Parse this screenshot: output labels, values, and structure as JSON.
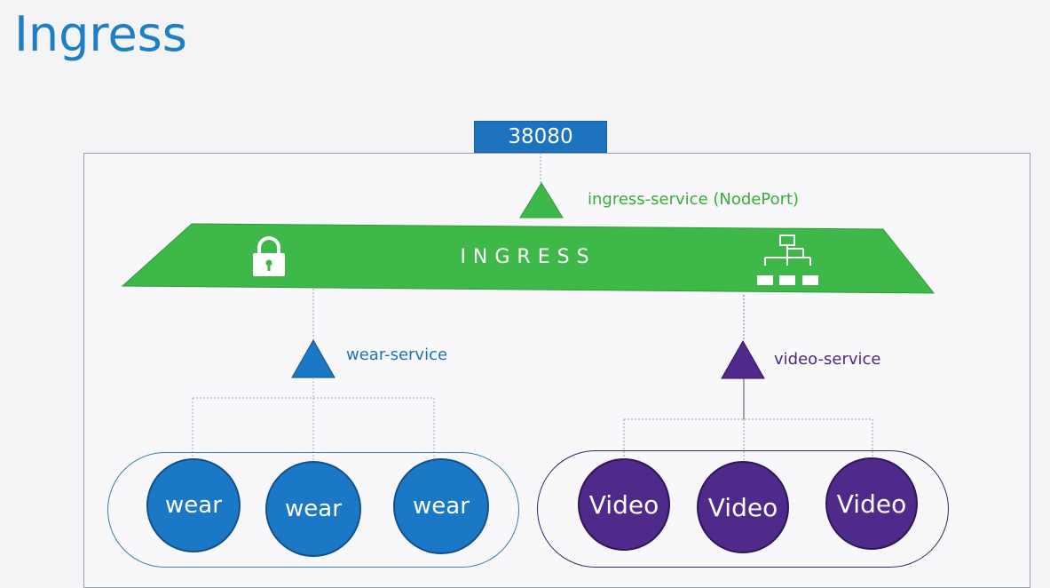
{
  "title": "Ingress",
  "port": "38080",
  "ingress_service_label": "ingress-service (NodePort)",
  "ingress_label": "INGRESS",
  "wear_service_label": "wear-service",
  "video_service_label": "video-service",
  "wear_pods": [
    "wear",
    "wear",
    "wear"
  ],
  "video_pods": [
    "Video",
    "Video",
    "Video"
  ],
  "colors": {
    "title": "#1d7fc4",
    "port_box": "#1e73be",
    "ingress_green": "#3fb84a",
    "wear_blue": "#1b78c7",
    "video_purple": "#4f2a8a"
  },
  "icons": {
    "ingress_left": "lock-icon",
    "ingress_right": "hierarchy-icon"
  }
}
